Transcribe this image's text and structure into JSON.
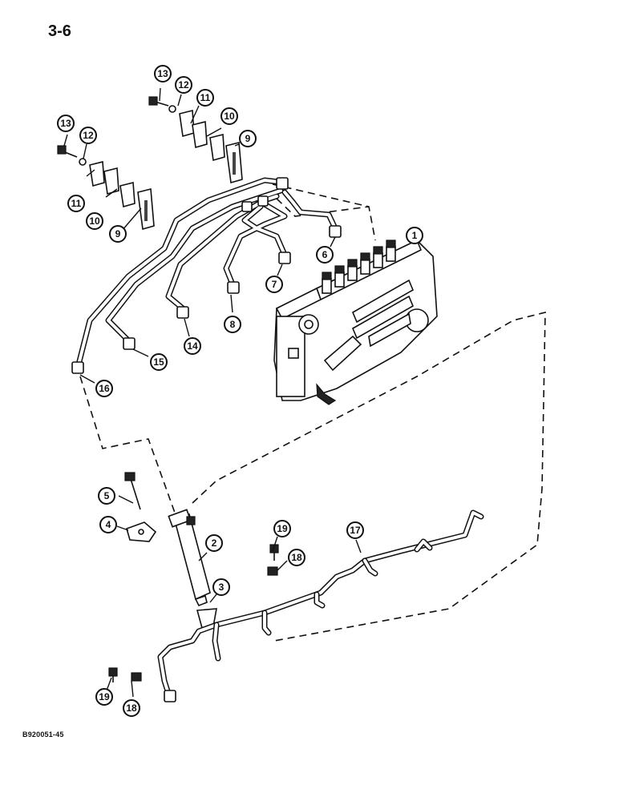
{
  "page": {
    "number": "3-6",
    "figure_code": "B920051-45"
  },
  "callouts": [
    {
      "id": "c1",
      "label": "1"
    },
    {
      "id": "c2",
      "label": "2"
    },
    {
      "id": "c3",
      "label": "3"
    },
    {
      "id": "c4",
      "label": "4"
    },
    {
      "id": "c5",
      "label": "5"
    },
    {
      "id": "c6",
      "label": "6"
    },
    {
      "id": "c7",
      "label": "7"
    },
    {
      "id": "c8",
      "label": "8"
    },
    {
      "id": "c9a",
      "label": "9"
    },
    {
      "id": "c9b",
      "label": "9"
    },
    {
      "id": "c10a",
      "label": "10"
    },
    {
      "id": "c10b",
      "label": "10"
    },
    {
      "id": "c11a",
      "label": "11"
    },
    {
      "id": "c11b",
      "label": "11"
    },
    {
      "id": "c12a",
      "label": "12"
    },
    {
      "id": "c12b",
      "label": "12"
    },
    {
      "id": "c13a",
      "label": "13"
    },
    {
      "id": "c13b",
      "label": "13"
    },
    {
      "id": "c14",
      "label": "14"
    },
    {
      "id": "c15",
      "label": "15"
    },
    {
      "id": "c16",
      "label": "16"
    },
    {
      "id": "c17",
      "label": "17"
    },
    {
      "id": "c18a",
      "label": "18"
    },
    {
      "id": "c18b",
      "label": "18"
    },
    {
      "id": "c19a",
      "label": "19"
    },
    {
      "id": "c19b",
      "label": "19"
    }
  ]
}
